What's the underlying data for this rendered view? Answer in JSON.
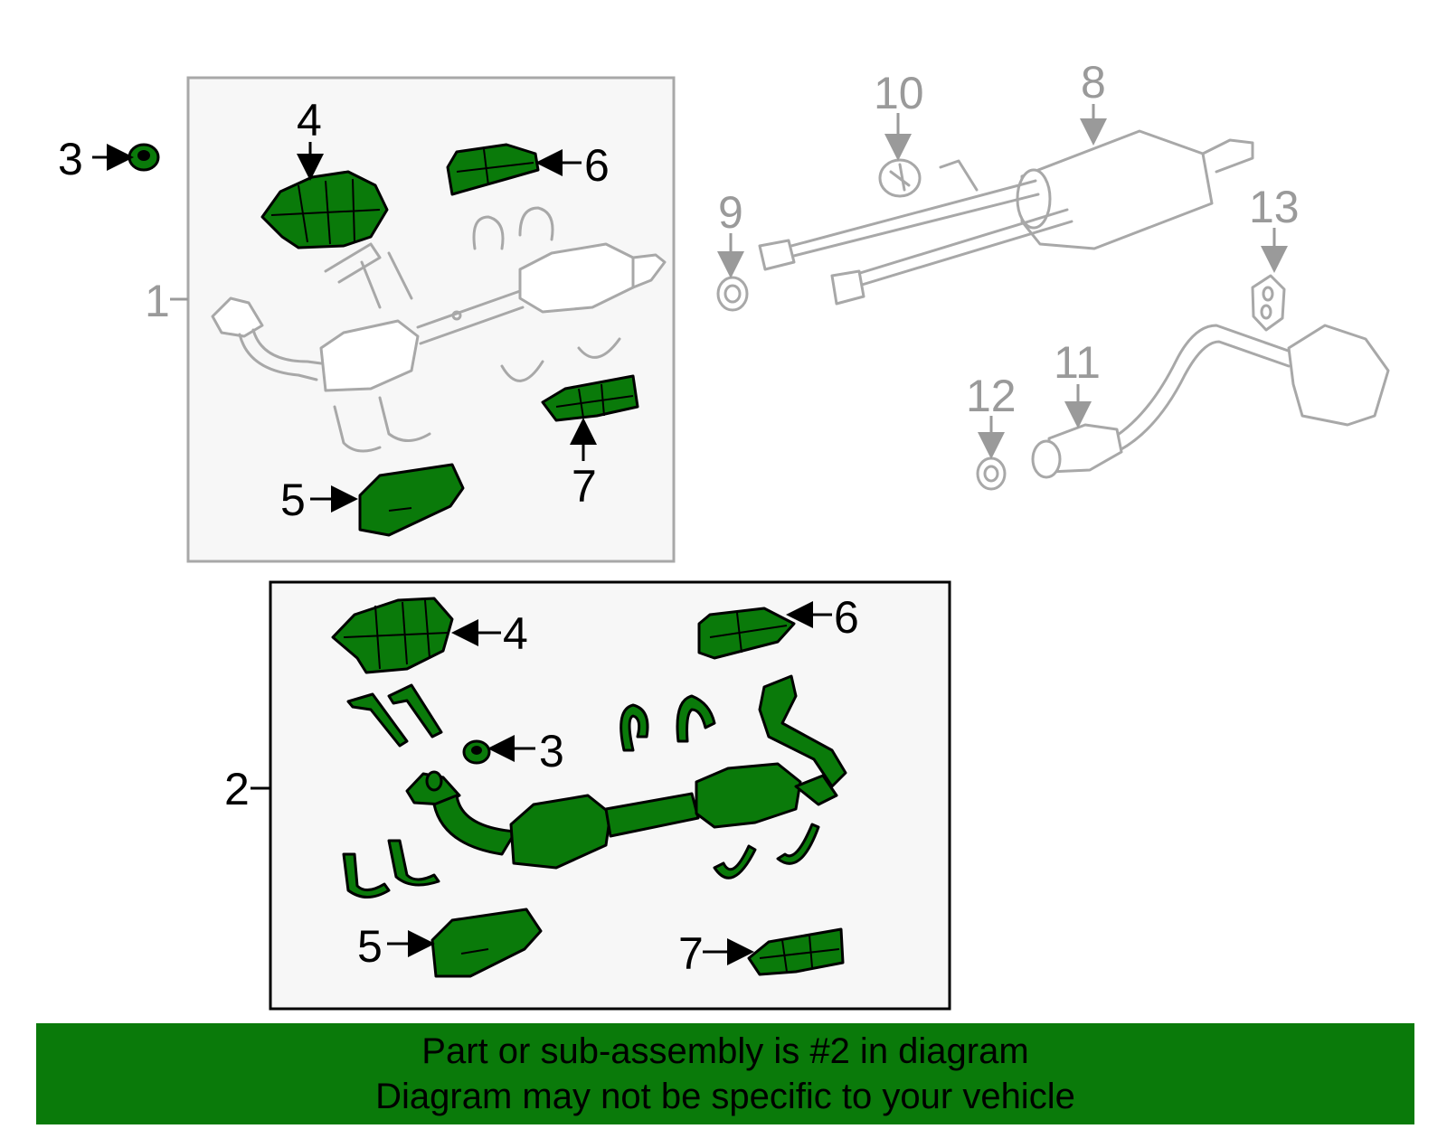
{
  "colors": {
    "highlight": "#0a7a0a",
    "outline": "#a8a8a8",
    "callout_gray": "#9a9a9a",
    "box_gray": "#f7f7f7"
  },
  "callouts": {
    "c1": "1",
    "c2": "2",
    "c3a": "3",
    "c3b": "3",
    "c4a": "4",
    "c4b": "4",
    "c5a": "5",
    "c5b": "5",
    "c6a": "6",
    "c6b": "6",
    "c7a": "7",
    "c7b": "7",
    "c8": "8",
    "c9": "9",
    "c10": "10",
    "c11": "11",
    "c12": "12",
    "c13": "13"
  },
  "banner": {
    "line1": "Part or sub-assembly is #2 in diagram",
    "line2": "Diagram may not be specific to your vehicle"
  }
}
